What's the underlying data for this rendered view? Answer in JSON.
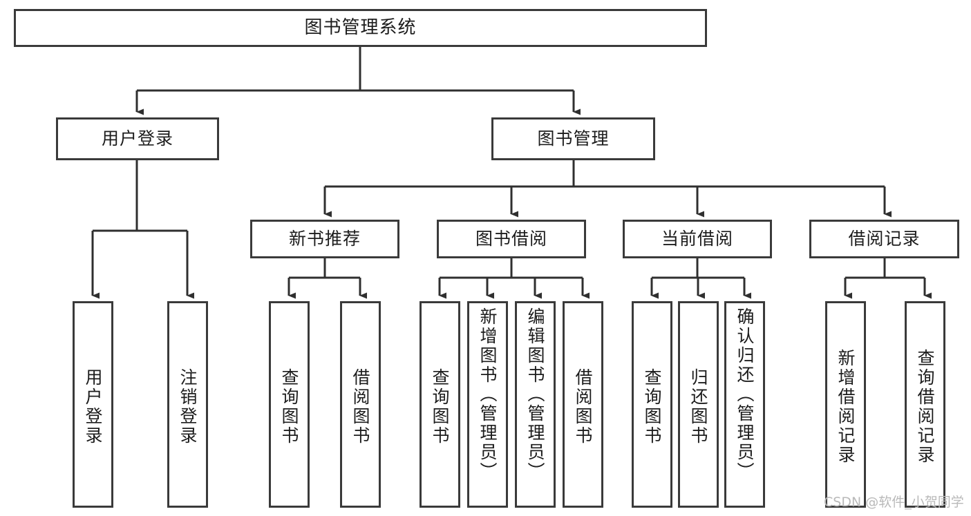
{
  "diagram": {
    "title": "图书管理系统",
    "type": "tree-hierarchy",
    "watermark": "CSDN @软件_小贺同学",
    "colors": {
      "background": "#ffffff",
      "box_border": "#3a3a3a",
      "box_fill": "#ffffff",
      "edge": "#2f2f2f",
      "text": "#1c1c1c",
      "watermark": "#b9b9b9"
    },
    "root": {
      "label": "图书管理系统"
    },
    "level2": [
      {
        "label": "用户登录"
      },
      {
        "label": "图书管理"
      }
    ],
    "level3": [
      {
        "label": "新书推荐"
      },
      {
        "label": "图书借阅"
      },
      {
        "label": "当前借阅"
      },
      {
        "label": "借阅记录"
      }
    ],
    "leaves": {
      "user_login": [
        {
          "label": "用户登录"
        },
        {
          "label": "注销登录"
        }
      ],
      "new_book_recommend": [
        {
          "label": "查询图书"
        },
        {
          "label": "借阅图书"
        }
      ],
      "book_borrow": [
        {
          "label": "查询图书"
        },
        {
          "label": "新增图书（管理员）"
        },
        {
          "label": "编辑图书（管理员）"
        },
        {
          "label": "借阅图书"
        }
      ],
      "current_borrow": [
        {
          "label": "查询图书"
        },
        {
          "label": "归还图书"
        },
        {
          "label": "确认归还（管理员）"
        }
      ],
      "borrow_records": [
        {
          "label": "新增借阅记录"
        },
        {
          "label": "查询借阅记录"
        }
      ]
    }
  }
}
